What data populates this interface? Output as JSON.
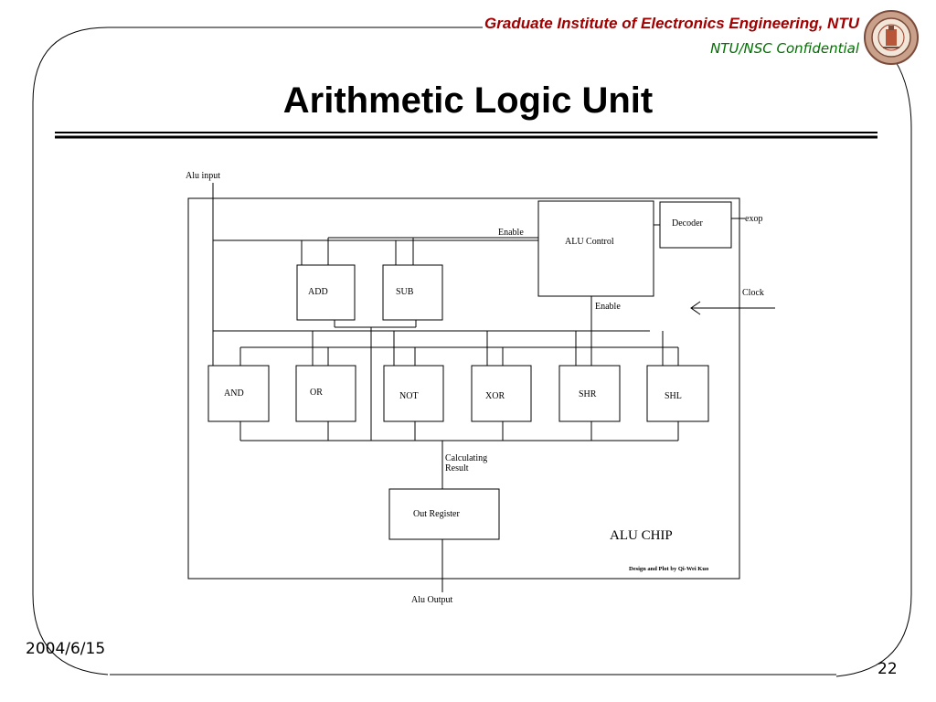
{
  "header": {
    "institute": "Graduate Institute of Electronics Engineering, NTU",
    "confidential": "NTU/NSC Confidential",
    "logo_icon": "ntu-seal-logo"
  },
  "slide": {
    "title": "Arithmetic Logic Unit",
    "date": "2004/6/15",
    "page_number": "22"
  },
  "diagram": {
    "alu_input": "Alu input",
    "alu_output": "Alu Output",
    "alu_control": "ALU Control",
    "decoder": "Decoder",
    "exop": "exop",
    "clock": "Clock",
    "enable_top": "Enable",
    "enable_bottom": "Enable",
    "add": "ADD",
    "sub": "SUB",
    "and": "AND",
    "or": "OR",
    "not": "NOT",
    "xor": "XOR",
    "shr": "SHR",
    "shl": "SHL",
    "calc_line1": "Calculating",
    "calc_line2": "Result",
    "out_register": "Out Register",
    "chip_label": "ALU CHIP",
    "credit": "Design and Plot by Qi-Wei Kuo"
  },
  "colors": {
    "institute": "#a00000",
    "confidential": "#007000",
    "lines": "#000000"
  }
}
